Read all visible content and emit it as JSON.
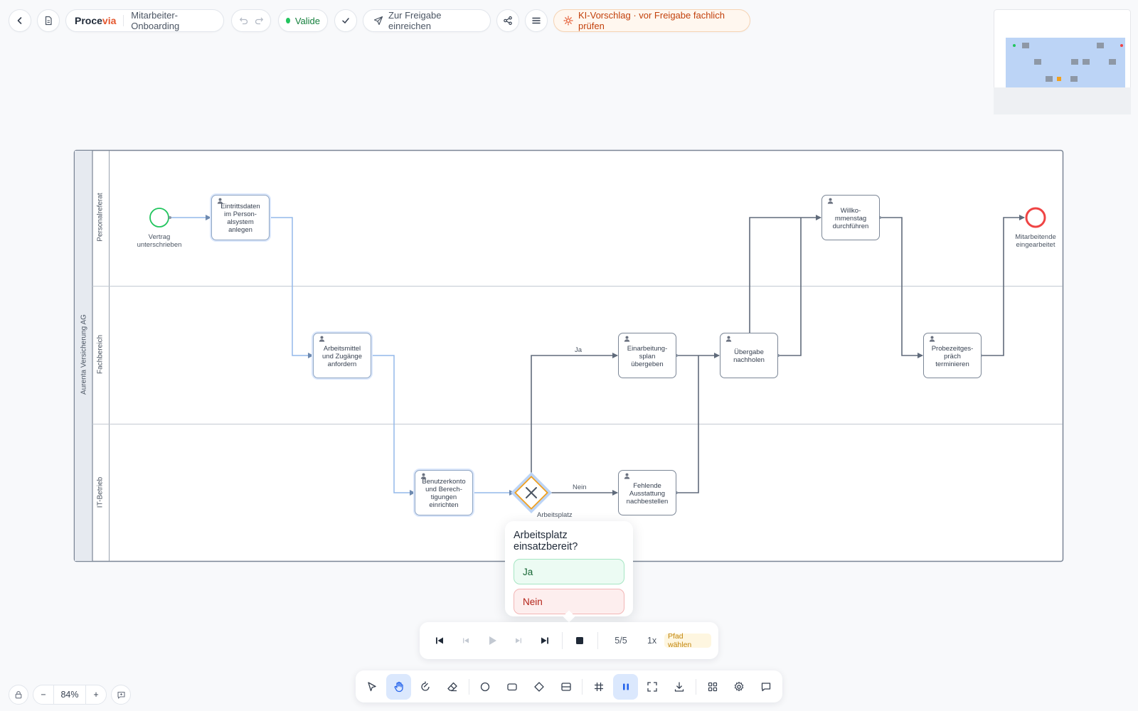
{
  "header": {
    "brand_pre": "Proce",
    "brand_post": "via",
    "document_title": "Mitarbeiter-Onboarding",
    "status_label": "Valide",
    "submit_label": "Zur Freigabe einreichen",
    "ai_notice": "KI-Vorschlag · vor Freigabe fachlich prüfen"
  },
  "colors": {
    "accent": "#e4572e",
    "brand_highlight": "#e4572e",
    "valid": "#22c55e",
    "active_flow": "#93b8ea",
    "gateway": "#f0a020",
    "end_event": "#ef4444",
    "start_event": "#22c55e"
  },
  "diagram": {
    "pool_label": "Aurenta Versicherung AG",
    "lanes": [
      "Personalreferat",
      "Fachbereich",
      "IT-Betrieb"
    ],
    "start_event": "Vertrag unterschrieben",
    "end_event": "Mitarbeitende eingearbeitet",
    "tasks": [
      "Eintrittsdaten im Person-alsystem anlegen",
      "Arbeitsmittel und Zugänge anfordern",
      "Benutzerkonto und Berech-tigungen einrichten",
      "Einarbeitung-splan übergeben",
      "Fehlende Ausstattung nachbestellen",
      "Übergabe nachholen",
      "Willko-mmenstag durchführen",
      "Probezeitges-präch terminieren"
    ],
    "gateway_label": "Arbeitsplatz einsatzbereit?",
    "flow_labels": {
      "yes": "Ja",
      "no": "Nein"
    }
  },
  "decision_popover": {
    "question": "Arbeitsplatz einsatzbereit?",
    "options": [
      "Ja",
      "Nein"
    ]
  },
  "player": {
    "step_counter": "5/5",
    "speed": "1x",
    "choose_path": "Pfad wählen"
  },
  "zoom": {
    "level": "84%",
    "minus": "−",
    "plus": "+"
  }
}
